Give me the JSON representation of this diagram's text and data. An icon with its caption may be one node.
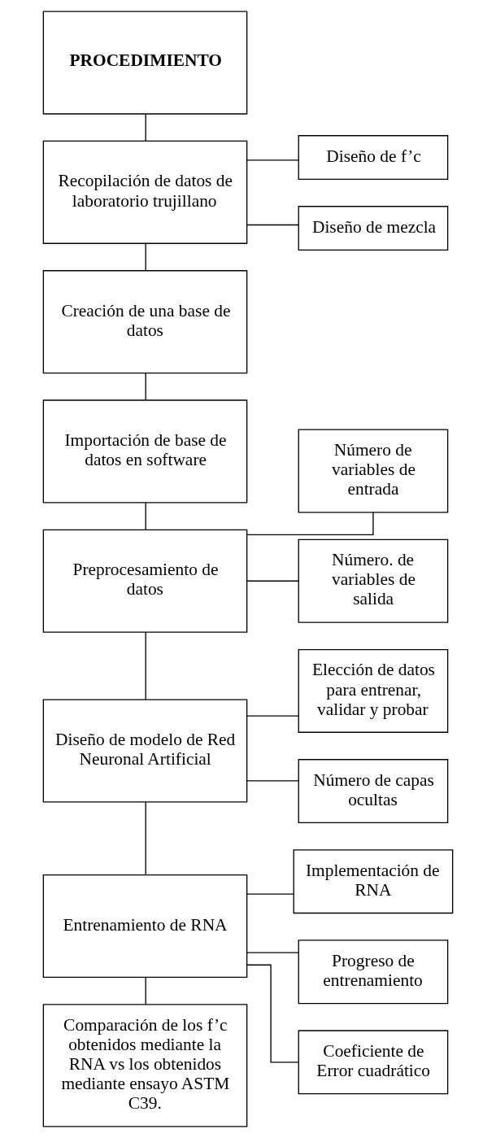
{
  "diagram": {
    "nodes": [
      {
        "text": [
          "PROCEDIMIENTO"
        ]
      },
      {
        "text": [
          "Recopilación de datos de laboratorio trujillano"
        ]
      },
      {
        "text": [
          "Diseño de f’c"
        ]
      },
      {
        "text": [
          "Diseño de mezcla"
        ]
      },
      {
        "text": [
          "Creación de una base de datos"
        ]
      },
      {
        "text": [
          "Importación de base de datos en software"
        ]
      },
      {
        "text": [
          "Preprocesamiento de datos"
        ]
      },
      {
        "text": [
          "Número de variables de entrada"
        ]
      },
      {
        "text": [
          "Número. de variables de salida"
        ]
      },
      {
        "text": [
          "Diseño de modelo de Red Neuronal Artificial"
        ]
      },
      {
        "text": [
          "Elección de datos para entrenar, validar y probar"
        ]
      },
      {
        "text": [
          "Número de capas ocultas"
        ]
      },
      {
        "text": [
          "Entrenamiento de RNA"
        ]
      },
      {
        "text": [
          "Implementación de RNA"
        ]
      },
      {
        "text": [
          "Progreso de entrenamiento"
        ]
      },
      {
        "text": [
          "Coeficiente de Error cuadrático"
        ]
      },
      {
        "text": [
          "Comparación de los f’c obtenidos mediante la RNA vs los obtenidos mediante ensayo ASTM C39."
        ]
      }
    ],
    "edges": [
      {
        "from": 0,
        "to": 1,
        "arrow": "none"
      },
      {
        "from": 1,
        "to": 2,
        "arrow": "none"
      },
      {
        "from": 1,
        "to": 3,
        "arrow": "none"
      },
      {
        "from": 1,
        "to": 4,
        "arrow": "none"
      },
      {
        "from": 4,
        "to": 5,
        "arrow": "none"
      },
      {
        "from": 5,
        "to": 6,
        "arrow": "none"
      },
      {
        "from": 6,
        "to": 7,
        "arrow": "none"
      },
      {
        "from": 6,
        "to": 8,
        "arrow": "none"
      },
      {
        "from": 6,
        "to": 9,
        "arrow": "none"
      },
      {
        "from": 9,
        "to": 10,
        "arrow": "none"
      },
      {
        "from": 9,
        "to": 11,
        "arrow": "none"
      },
      {
        "from": 9,
        "to": 12,
        "arrow": "none"
      },
      {
        "from": 12,
        "to": 13,
        "arrow": "none"
      },
      {
        "from": 12,
        "to": 14,
        "arrow": "none"
      },
      {
        "from": 12,
        "to": 15,
        "arrow": "none"
      },
      {
        "from": 12,
        "to": 16,
        "arrow": "none"
      }
    ]
  }
}
